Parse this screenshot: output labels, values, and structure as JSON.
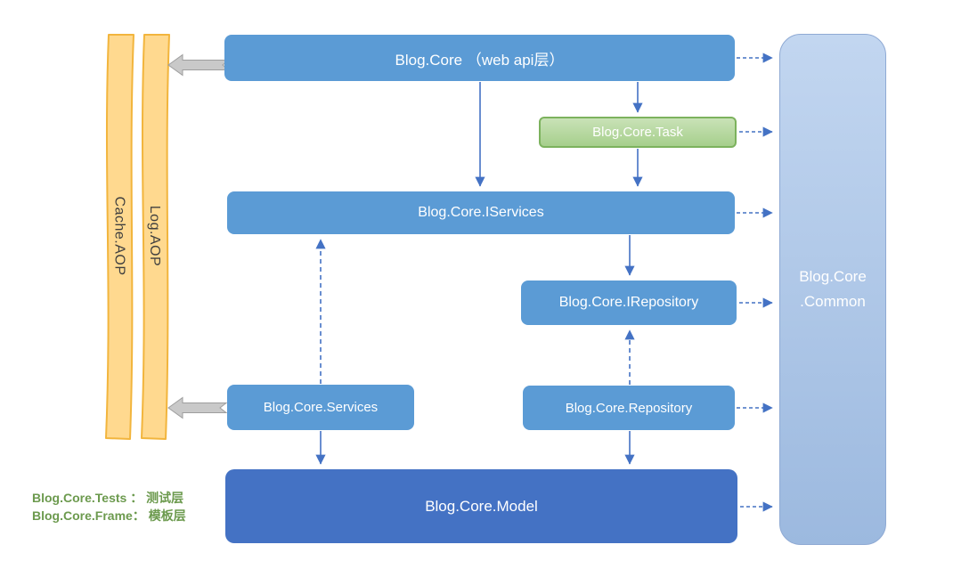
{
  "diagram": {
    "nodes": {
      "core": "Blog.Core （web api层）",
      "task": "Blog.Core.Task",
      "iservices": "Blog.Core.IServices",
      "irepository": "Blog.Core.IRepository",
      "services": "Blog.Core.Services",
      "repository": "Blog.Core.Repository",
      "model": "Blog.Core.Model",
      "common": "Blog.Core\n.Common"
    },
    "ribbons": {
      "cache": "Cache.AOP",
      "log": "Log.AOP"
    },
    "legend": {
      "line1": "Blog.Core.Tests ： 测试层",
      "line2": "Blog.Core.Frame： 模板层"
    },
    "colors": {
      "node_blue": "#5B9BD5",
      "node_dark_blue": "#4472C4",
      "task_green_fill": "#A9D18E",
      "task_green_border": "#7CB25D",
      "common_fill_top": "#C2D6F0",
      "common_fill_bottom": "#9CB9DF",
      "common_border": "#8FAAD4",
      "connector_blue": "#4472C4",
      "gray_arrow_fill": "#C9C9C9",
      "gray_arrow_border": "#9E9E9E",
      "ribbon_fill": "#FFD98F",
      "ribbon_border": "#F2B53D",
      "ribbon_text": "#3F3F3F",
      "legend_green": "#6C9A4E"
    }
  }
}
